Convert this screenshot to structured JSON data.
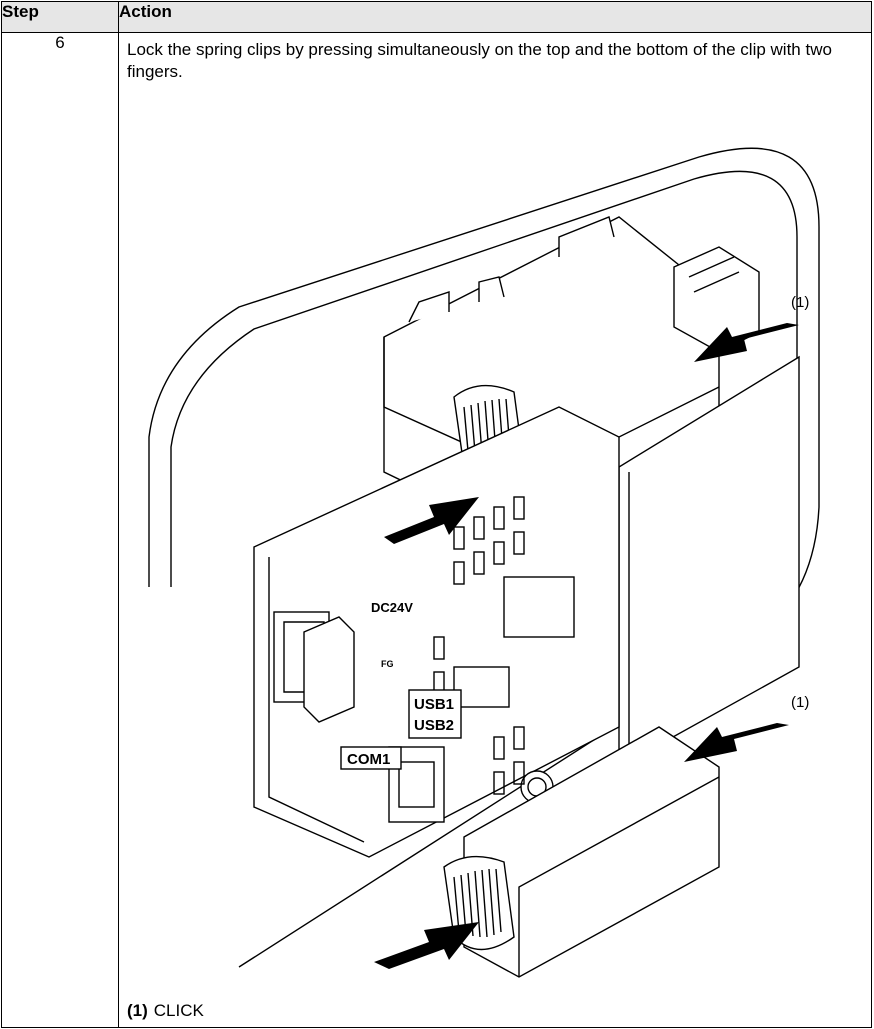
{
  "table": {
    "header_step": "Step",
    "header_action": "Action"
  },
  "row": {
    "step": "6",
    "instruction": "Lock the spring clips by pressing simultaneously on the top and the bottom of the clip with two fingers.",
    "figure": {
      "callout_top": "(1)",
      "callout_bottom": "(1)",
      "labels": {
        "power": "DC24V",
        "fg": "FG",
        "com": "COM1",
        "usb1": "USB1",
        "usb2": "USB2"
      }
    },
    "legend": {
      "key": "(1)",
      "text": "CLICK"
    }
  }
}
